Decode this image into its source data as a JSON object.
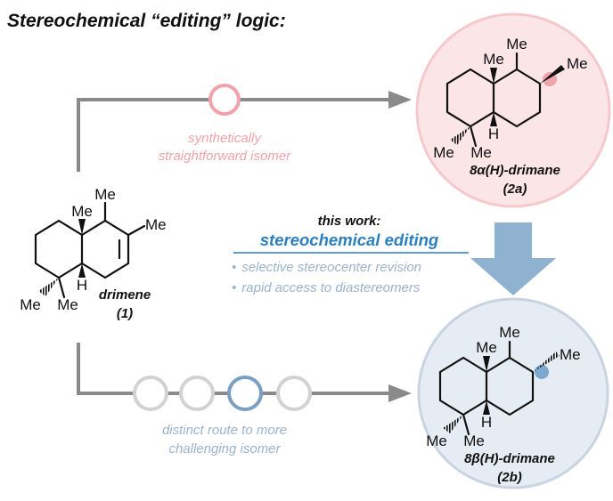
{
  "heading": "Stereochemical “editing” logic:",
  "colors": {
    "pink": "#f0a3aa",
    "pink_fill": "#fbe5e7",
    "blue_main": "#2c7fbf",
    "blue_soft": "#9bb3cd",
    "blue_fill": "#e6ecf3",
    "gray": "#8a8a8a",
    "gray_circle": "#d2d2d2",
    "big_arrow": "#8fb2d1"
  },
  "atoms": {
    "me": "Me",
    "h": "H"
  },
  "top_route": {
    "text_line1": "synthetically",
    "text_line2": "straightforward isomer"
  },
  "bottom_route": {
    "text_line1": "distinct route to more",
    "text_line2": "challenging isomer"
  },
  "center": {
    "header": "this work:",
    "highlight": "stereochemical editing",
    "bullet1": "selective stereocenter revision",
    "bullet2": "rapid access to diastereomers",
    "bullet_symbol": "•"
  },
  "drimene": {
    "name": "drimene",
    "number": "(1)"
  },
  "product_a": {
    "prefix": "8",
    "greek": "α",
    "suffix": "(H)-drimane",
    "number": "(2a)"
  },
  "product_b": {
    "prefix": "8",
    "greek": "β",
    "suffix": "(H)-drimane",
    "number": "(2b)"
  }
}
